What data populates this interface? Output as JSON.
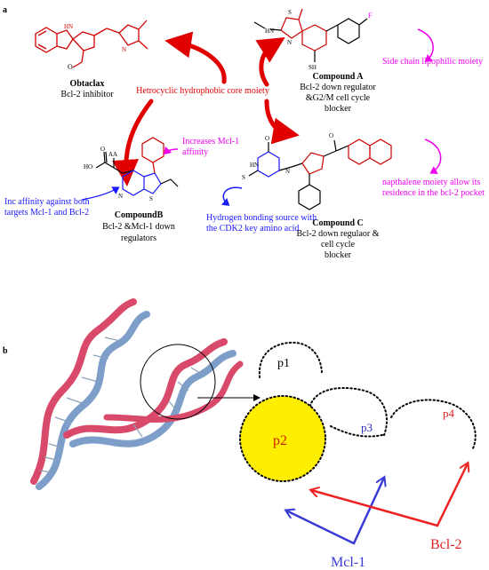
{
  "panel_a": {
    "panel_label": "a",
    "core_label": "Hetrocyclic hydrophobic core moiety",
    "obtaclax": {
      "name": "Obtaclax",
      "desc": "Bcl-2 inhibitor"
    },
    "compound_a": {
      "name": "Compound A",
      "desc1": "Bcl-2 down regulator",
      "desc2": "&G2/M cell cycle",
      "desc3": "blocker",
      "atom_f": "F",
      "atom_sh": "SH",
      "atom_hn": "HN",
      "atom_s": "S",
      "atom_n": "N",
      "side_chain_note": "Side chain lipophilic moiety"
    },
    "compound_b": {
      "name": "CompoundB",
      "desc1": "Bcl-2 &Mcl-1 down",
      "desc2": "regulators",
      "atom_ho": "HO",
      "atom_o": "O",
      "atom_aa": "AA",
      "atom_n": "N",
      "atom_s": "S",
      "mcl_note1": "Increases Mcl-1",
      "mcl_note2": "affinity",
      "inc_note1": "Inc affinity against both",
      "inc_note2": "targets Mcl-1 and Bcl-2"
    },
    "compound_c": {
      "name": "Compound C",
      "desc1": "Bcl-2 down regulaor &",
      "desc2": "cell cycle",
      "desc3": "blocker",
      "atom_o": "O",
      "atom_hn": "HN",
      "atom_s": "S",
      "atom_n": "N",
      "hbond_note1": "Hydrogen bonding source with",
      "hbond_note2": "the CDK2 key amino acid",
      "naph_note1": "napthalene moiety allow its",
      "naph_note2": "residence in the bcl-2 pocket"
    }
  },
  "panel_b": {
    "panel_label": "b",
    "pockets": [
      "p1",
      "p2",
      "p3",
      "p4"
    ],
    "targets": [
      "Mcl-1",
      "Bcl-2"
    ]
  },
  "colors": {
    "core": "#e00000",
    "blue_note": "#1a1aff",
    "magenta_note": "#ee00ee",
    "mcl1_arrow": "#3a3ad6",
    "bcl2_arrow": "#ee2222",
    "p2_fill": "#ffee00",
    "p3_text": "#3333cc",
    "p4_text": "#dd2222"
  }
}
